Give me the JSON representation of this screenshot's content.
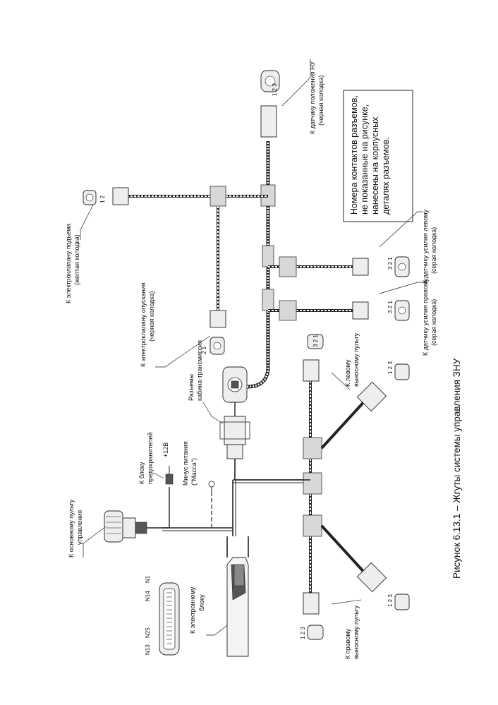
{
  "figure": {
    "caption": "Рисунок 6.13.1 – Жгуты системы управления ЗНУ",
    "note": [
      "Номера контактов разъемов,",
      "не показанные на рисунке,",
      "нанесены на корпусных",
      "деталях разъемов."
    ]
  },
  "labels": {
    "ecu_l1": "К электронному",
    "ecu_l2": "блоку",
    "ecu_pins_top_l": "N14",
    "ecu_pins_top_r": "N1",
    "ecu_pins_bot_l": "N13",
    "ecu_pins_bot_r": "N25",
    "main_panel_l1": "К основному пульту",
    "main_panel_l2": "управления",
    "fuse_l1": "К блоку",
    "fuse_l2": "предохранителей",
    "plus12": "+12В",
    "ground_l1": "Минус питания",
    "ground_l2": "(\"Масса\")",
    "cab_l1": "Разъемы",
    "cab_l2": "кабина-трансмиссия",
    "valve_down_l1": "К электроклапану опускания",
    "valve_down_l2": "(черная колодка)",
    "valve_up_l1": "К электроклапану подъема",
    "valve_up_l2": "(желтая колодка)",
    "pos_sensor_l1": "К датчику положения НУ",
    "pos_sensor_l2": "(черная колодка)",
    "force_left_l1": "К датчику усилия левому",
    "force_left_l2": "(серая колодка)",
    "force_right_l1": "К датчику усилия правому",
    "force_right_l2": "(серая колодка)",
    "remote_left_l1": "К левому",
    "remote_left_l2": "выносному пульту",
    "remote_right_l1": "К правому",
    "remote_right_l2": "выносному пульту",
    "pins_123": "1 2 3",
    "pins_321": "3 2 1",
    "pins_12": "1 2",
    "pins_21": "2 1",
    "pin_1": "1",
    "pin_2": "2",
    "pin_3": "3"
  }
}
